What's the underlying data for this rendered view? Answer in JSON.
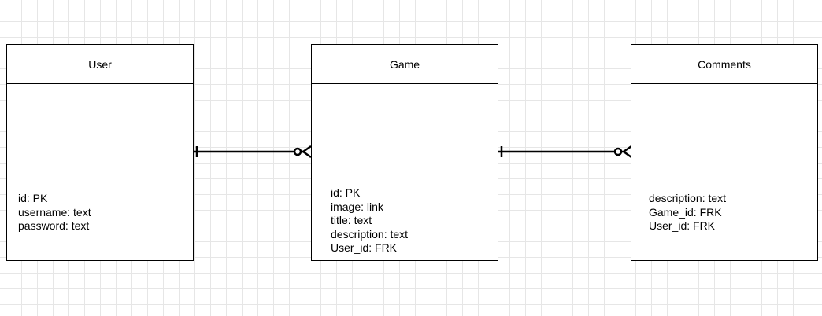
{
  "entities": {
    "user": {
      "title": "User",
      "attributes": [
        "id: PK",
        "username: text",
        "password: text"
      ]
    },
    "game": {
      "title": "Game",
      "attributes": [
        "id: PK",
        "image: link",
        "title: text",
        "description: text",
        "User_id: FRK"
      ]
    },
    "comments": {
      "title": "Comments",
      "attributes": [
        "description: text",
        "Game_id: FRK",
        "User_id: FRK"
      ]
    }
  },
  "relationships": [
    {
      "from": "User",
      "to": "Game",
      "from_cardinality": "one",
      "to_cardinality": "zero-or-many"
    },
    {
      "from": "Game",
      "to": "Comments",
      "from_cardinality": "one",
      "to_cardinality": "zero-or-many"
    }
  ],
  "colors": {
    "line": "#000000",
    "background": "#ffffff",
    "grid": "#e6e6e6"
  }
}
